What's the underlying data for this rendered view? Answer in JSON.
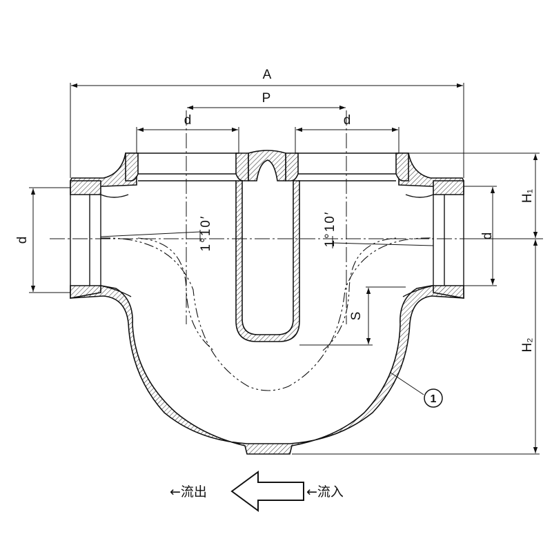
{
  "dimensions": {
    "overall_width": "A",
    "pitch": "P",
    "top_port_left": "d",
    "top_port_right": "d",
    "side_port_left": "d",
    "side_port_right": "d",
    "height_upper": "H₁",
    "height_lower": "H₂",
    "seal_depth": "S"
  },
  "angles": {
    "left": "1°10′",
    "right": "1°10′"
  },
  "balloon": "1",
  "flow": {
    "outflow": "←流出",
    "inflow": "←流入"
  }
}
